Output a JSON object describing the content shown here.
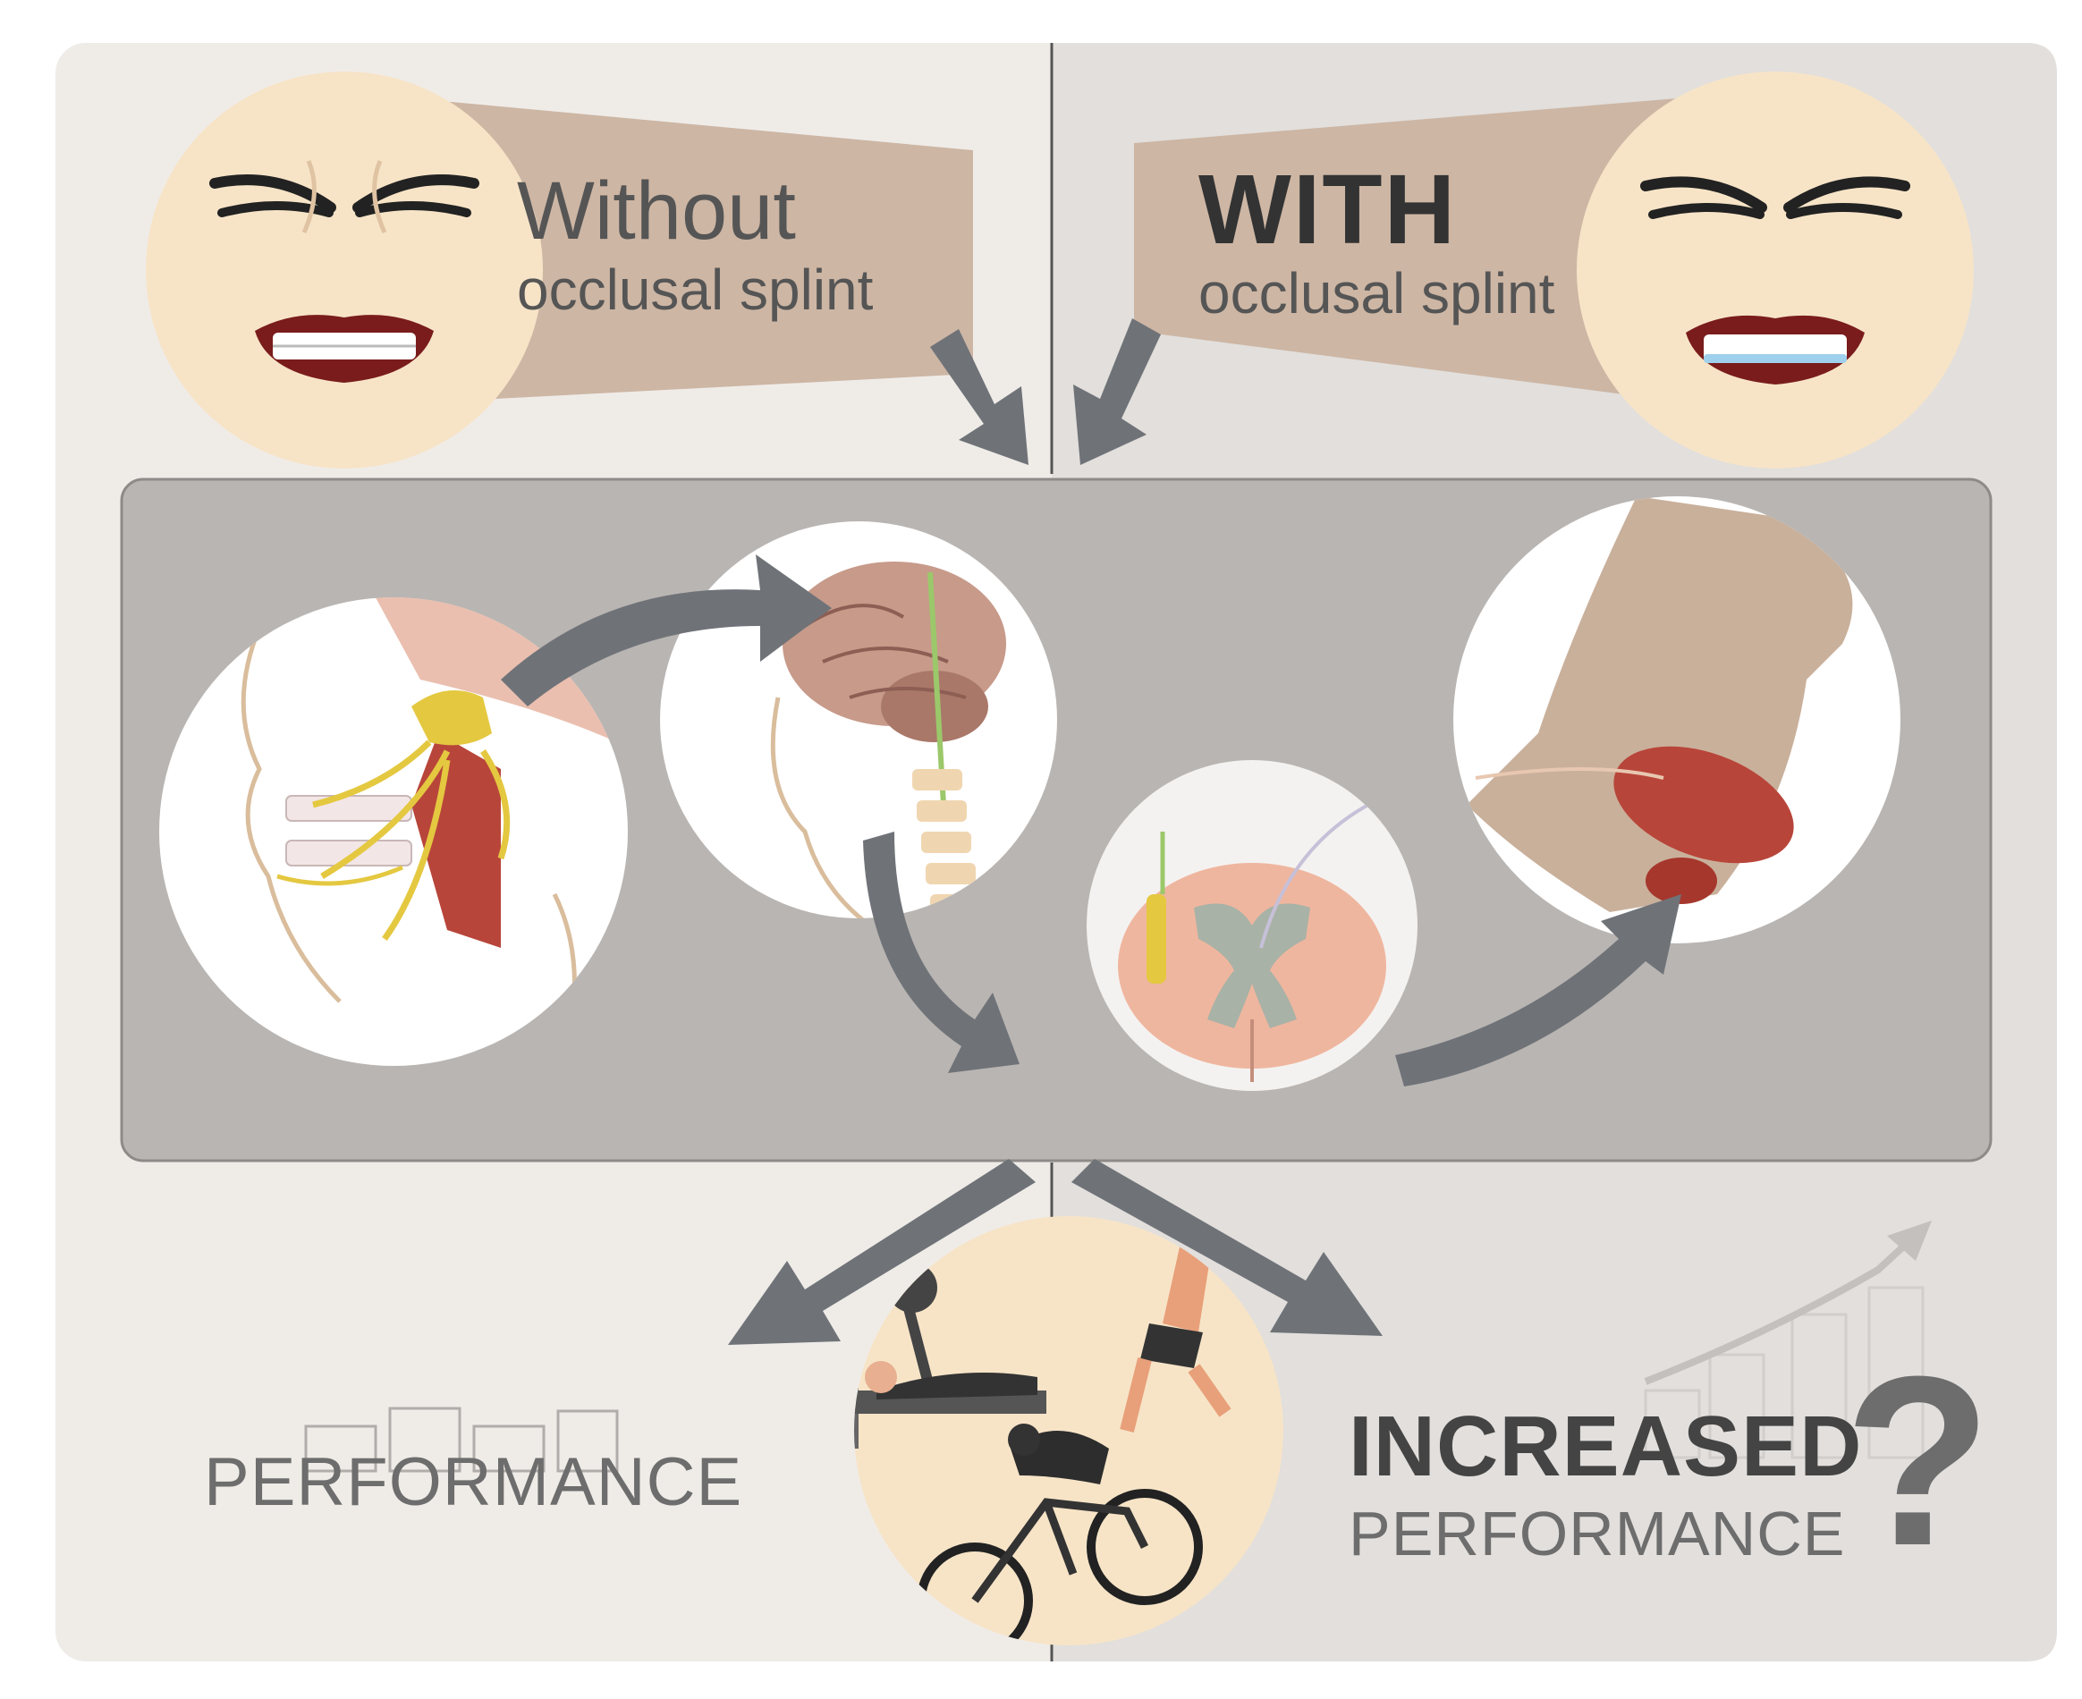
{
  "labels": {
    "without_title": "Without",
    "without_subtitle": "occlusal splint",
    "with_title": "WITH",
    "with_subtitle": "occlusal splint",
    "performance": "PERFORMANCE",
    "increased": "INCREASED",
    "increased_performance": "PERFORMANCE",
    "question_mark": "?"
  },
  "colors": {
    "panel_left": "#efece8",
    "panel_right": "#e2dfdc",
    "panel_frame": "#cfcac6",
    "process_box": "#b9b5b2",
    "banner": "#cdb6a4",
    "face": "#f7e4c7",
    "arrow": "#6f7378",
    "muscle": "#b8453a",
    "nerve": "#e4c840",
    "skin": "#c9b09b"
  },
  "icons": [
    "grimace-face-without-splint",
    "grimace-face-with-splint",
    "jaw-muscle-nerve-illustration",
    "brain-spine-illustration",
    "spinal-cord-cross-section",
    "leg-muscle-illustration",
    "athletes-illustration",
    "growth-bar-chart-icon"
  ]
}
